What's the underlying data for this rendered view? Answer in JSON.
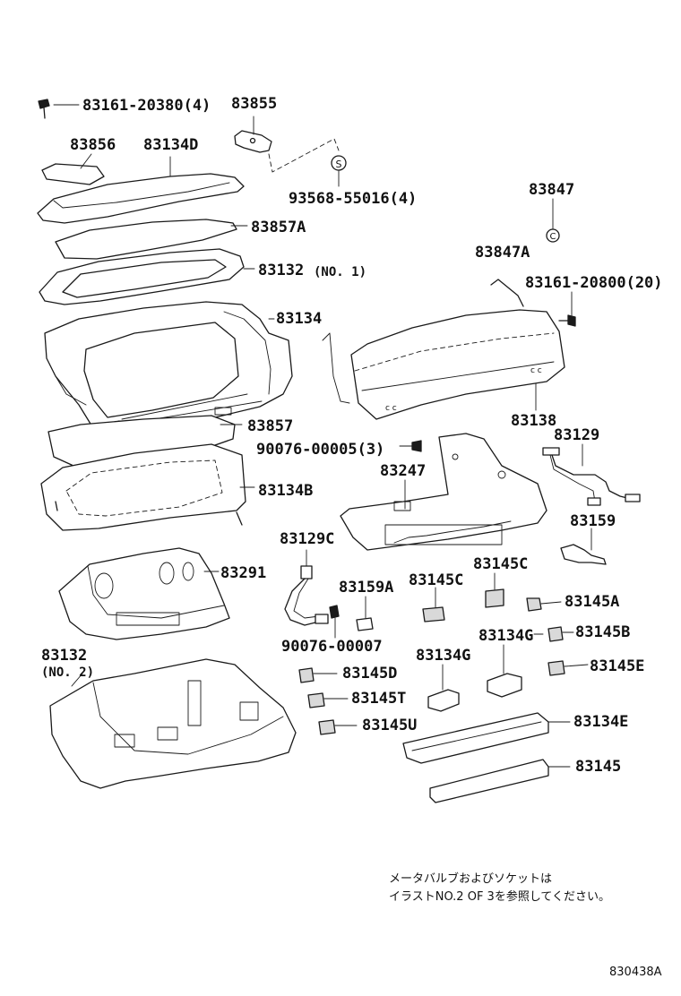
{
  "labels": {
    "p_83161_20380": "83161-20380(4)",
    "p_83855": "83855",
    "p_83856": "83856",
    "p_83134D": "83134D",
    "p_93568": "93568-55016(4)",
    "p_83847": "83847",
    "p_83857A": "83857A",
    "p_83847A": "83847A",
    "p_83132_1": "83132",
    "p_83132_1_note": "(NO. 1)",
    "p_83161_20800": "83161-20800(20)",
    "p_83134": "83134",
    "p_83857": "83857",
    "p_83138": "83138",
    "p_90076_00005": "90076-00005(3)",
    "p_83129": "83129",
    "p_83247": "83247",
    "p_83134B": "83134B",
    "p_83159": "83159",
    "p_83129C": "83129C",
    "p_83145C_a": "83145C",
    "p_83291": "83291",
    "p_83159A": "83159A",
    "p_83145C_b": "83145C",
    "p_83145A": "83145A",
    "p_83134G_a": "83134G",
    "p_83145B": "83145B",
    "p_90076_00007": "90076-00007",
    "p_83132_2": "83132",
    "p_83132_2_note": "(NO. 2)",
    "p_83134G_b": "83134G",
    "p_83145E": "83145E",
    "p_83145D": "83145D",
    "p_83145T": "83145T",
    "p_83145U": "83145U",
    "p_83134E": "83134E",
    "p_83145": "83145"
  },
  "symbols": {
    "s_mark": "S",
    "c_mark": "C"
  },
  "note": {
    "line1": "メータバルブおよびソケットは",
    "line2": "イラストNO.2 OF 3を参照してください。"
  },
  "figure_number": "830438A"
}
